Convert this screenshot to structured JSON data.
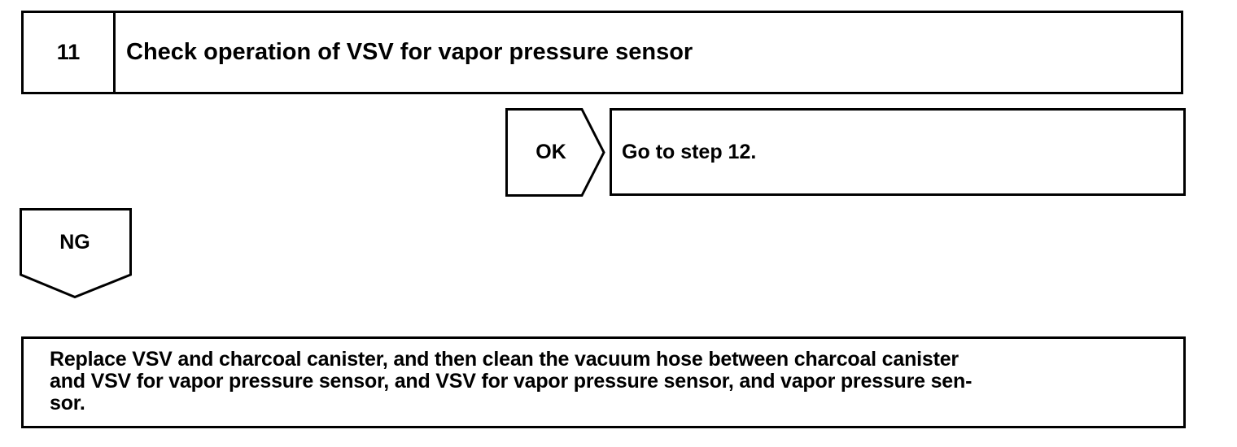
{
  "step": {
    "number": "11",
    "title": "Check operation of VSV for vapor pressure sensor"
  },
  "ok_branch": {
    "label": "OK",
    "text": "Go to step 12."
  },
  "ng_branch": {
    "label": "NG"
  },
  "action": {
    "text": "Replace VSV and charcoal canister, and then clean the vacuum hose between charcoal canister\nand VSV for vapor pressure sensor, and VSV for vapor pressure sensor, and vapor pressure sen-\nsor."
  }
}
